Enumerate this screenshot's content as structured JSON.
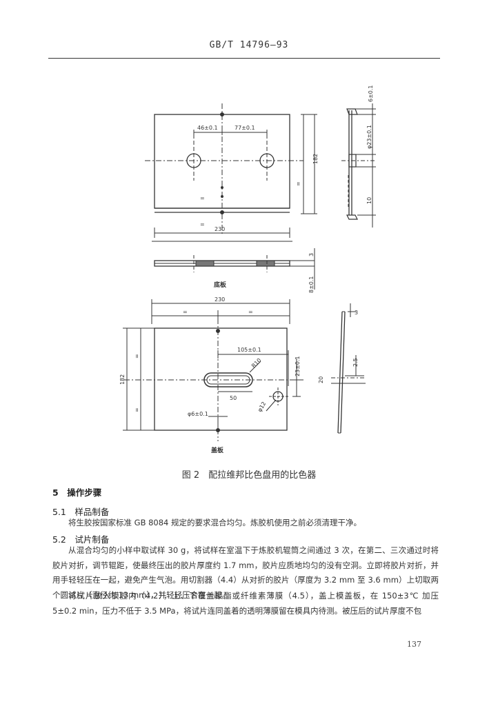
{
  "header": {
    "standard_number": "GB/T 14796—93"
  },
  "figure": {
    "top_view_label": "底板",
    "bottom_view_label": "盖板",
    "caption": "图 2　配拉维邦比色盘用的比色器",
    "dimensions": {
      "hole_spacing_left": "46±0.1",
      "hole_spacing_right": "77±0.1",
      "height_182_top": "182",
      "width_230_top": "230",
      "thickness_3": "3",
      "offset_8": "8±0.1",
      "side_6": "6±0.1",
      "side_23": "φ23±0.1",
      "side_10": "10",
      "width_230_bottom": "230",
      "height_182_bottom": "182",
      "slot_length": "105±0.1",
      "slot_radius": "R10",
      "slot_offset": "23±0.1",
      "slot_width_50": "50",
      "hole_12": "φ12",
      "hole_6": "φ6±0.1",
      "side_2_5": "2.5",
      "side_20": "20",
      "side_3": "3",
      "equal_mark": "="
    }
  },
  "section5": {
    "title": "5　操作步骤",
    "s51_title": "5.1　样品制备",
    "s51_text": "将生胶按国家标准 GB 8084 规定的要求混合均匀。炼胶机使用之前必须清理干净。",
    "s52_title": "5.2　试片制备",
    "s52_para1": "从混合均匀的小样中取试样 30 g，将试样在室温下于炼胶机辊筒之间通过 3 次，在第二、三次通过时将胶片对折，调节辊距，使最终压出的胶片厚度约 1.7 mm，胶片应质地均匀的没有空洞。立即将胶片对折，并用手轻轻压在一起，避免产生气泡。用切割器（4.4）从对折的胶片（厚度为 3.2 mm 至 3.6 mm）上切取两个圆试片（直径约 13 mm），并轻轻压合在一起。",
    "s52_para2": "将试片放入模腔内（4.2），上、下覆盖聚酯或纤维素薄膜（4.5），盖上模盖板，在 150±3℃ 加压 5±0.2 min，压力不低于 3.5 MPa，将试片连同盖着的透明薄膜留在模具内待测。被压后的试片厚度不包"
  },
  "page_number": "137"
}
